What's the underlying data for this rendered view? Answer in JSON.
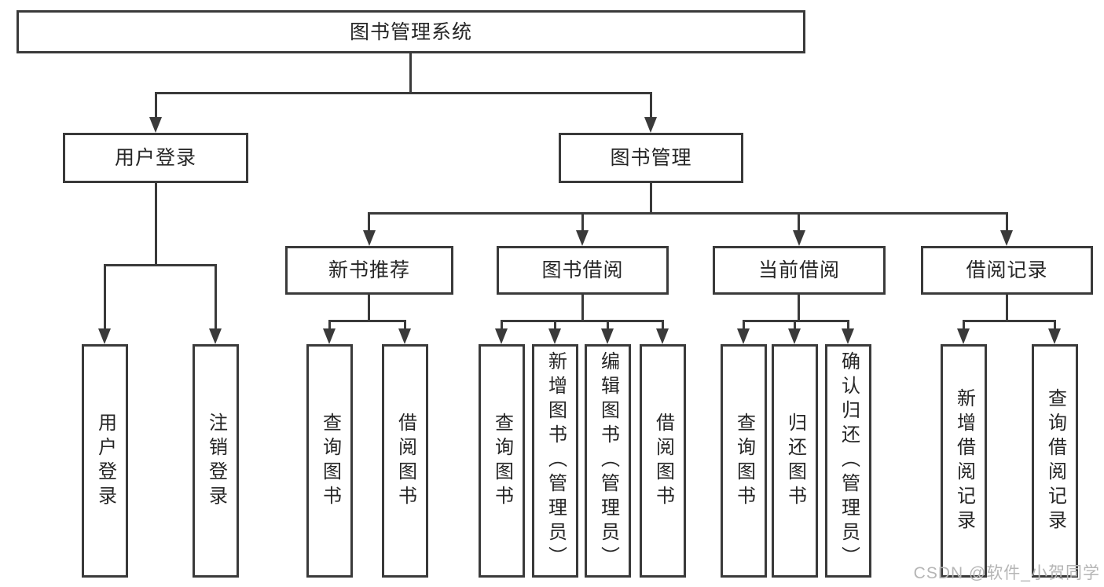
{
  "tree": {
    "root": "图书管理系统",
    "children": [
      {
        "label": "用户登录",
        "children": [
          "用户登录",
          "注销登录"
        ]
      },
      {
        "label": "图书管理",
        "children": [
          {
            "label": "新书推荐",
            "children": [
              "查询图书",
              "借阅图书"
            ]
          },
          {
            "label": "图书借阅",
            "children": [
              "查询图书",
              "新增图书（管理员）",
              "编辑图书（管理员）",
              "借阅图书"
            ]
          },
          {
            "label": "当前借阅",
            "children": [
              "查询图书",
              "归还图书",
              "确认归还（管理员）"
            ]
          },
          {
            "label": "借阅记录",
            "children": [
              "新增借阅记录",
              "查询借阅记录"
            ]
          }
        ]
      }
    ]
  },
  "watermark": "CSDN @软件_小贺同学",
  "colors": {
    "line": "#3a3a3a",
    "text": "#262626",
    "background": "#ffffff",
    "watermark": "#b5b5b5"
  }
}
